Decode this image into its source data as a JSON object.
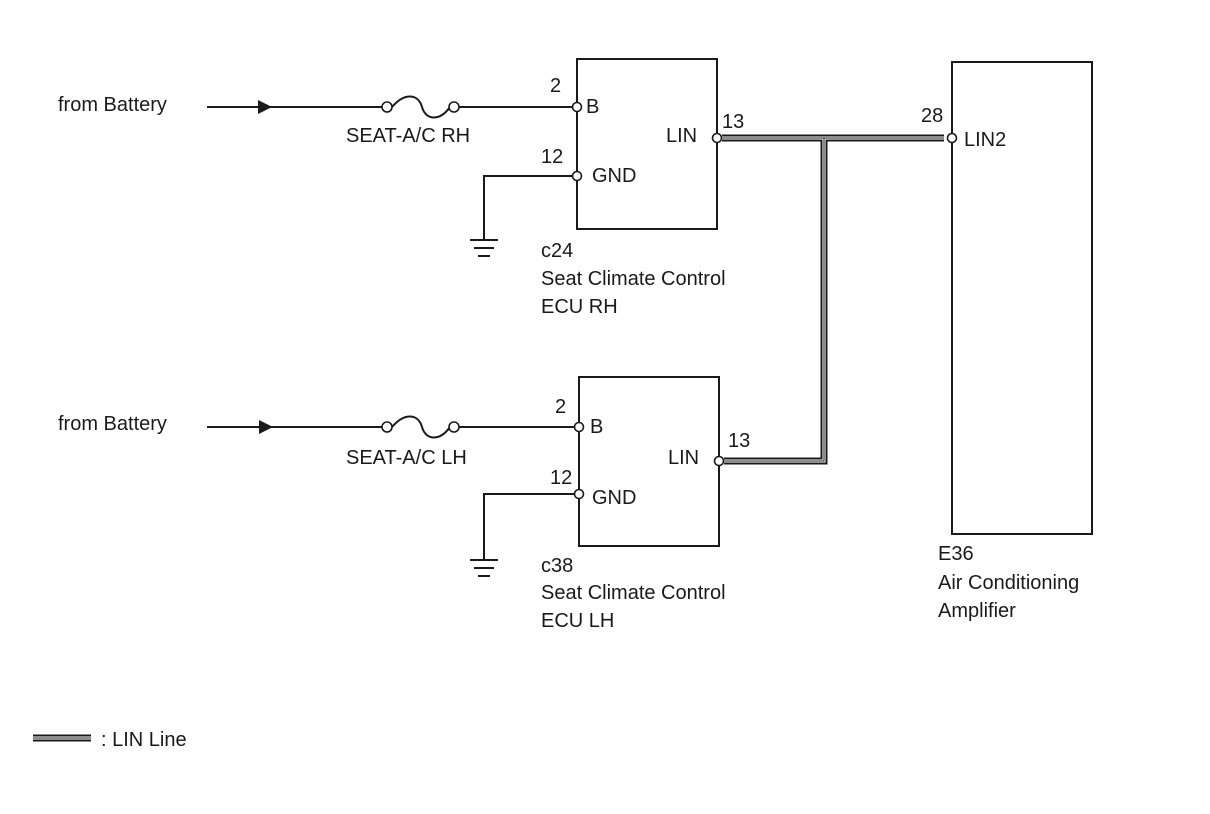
{
  "ecu_rh": {
    "source_label": "from Battery",
    "fuse_label": "SEAT-A/C RH",
    "pin_b_number": "2",
    "pin_b_label": "B",
    "pin_gnd_number": "12",
    "pin_gnd_label": "GND",
    "pin_lin_label": "LIN",
    "pin_lin_number": "13",
    "connector_code": "c24",
    "name_line1": "Seat Climate Control",
    "name_line2": "ECU RH"
  },
  "ecu_lh": {
    "source_label": "from Battery",
    "fuse_label": "SEAT-A/C LH",
    "pin_b_number": "2",
    "pin_b_label": "B",
    "pin_gnd_number": "12",
    "pin_gnd_label": "GND",
    "pin_lin_label": "LIN",
    "pin_lin_number": "13",
    "connector_code": "c38",
    "name_line1": "Seat Climate Control",
    "name_line2": "ECU LH"
  },
  "amplifier": {
    "pin_number": "28",
    "pin_label": "LIN2",
    "connector_code": "E36",
    "name_line1": "Air Conditioning",
    "name_line2": "Amplifier"
  },
  "legend": {
    "label": ": LIN Line"
  }
}
